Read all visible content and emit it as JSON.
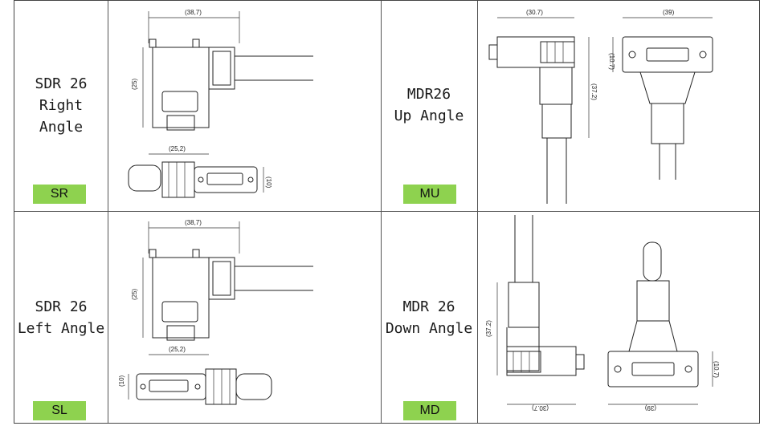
{
  "rows": [
    {
      "left": {
        "name_lines": [
          "SDR 26",
          "Right",
          "Angle"
        ],
        "code": "SR",
        "dims": {
          "top": "(38,7)",
          "side": "(25)",
          "bottom": "(25,2)",
          "height": "(10)"
        }
      },
      "right": {
        "name_lines": [
          "MDR26",
          "Up Angle"
        ],
        "code": "MU",
        "dims": {
          "a": "(30.7)",
          "b": "(39)",
          "c": "(10.7)",
          "d": "(37.2)"
        }
      }
    },
    {
      "left": {
        "name_lines": [
          "SDR 26",
          "Left Angle"
        ],
        "code": "SL",
        "dims": {
          "top": "(38,7)",
          "side": "(25)",
          "bottom": "(25,2)",
          "height": "(10)"
        }
      },
      "right": {
        "name_lines": [
          "MDR 26",
          "Down Angle"
        ],
        "code": "MD",
        "dims": {
          "a": "(37.2)",
          "b": "(10.7)",
          "c": "(30.7)",
          "d": "(39)"
        }
      }
    }
  ],
  "colors": {
    "badge": "#8ed24f",
    "lines": "#555555"
  }
}
